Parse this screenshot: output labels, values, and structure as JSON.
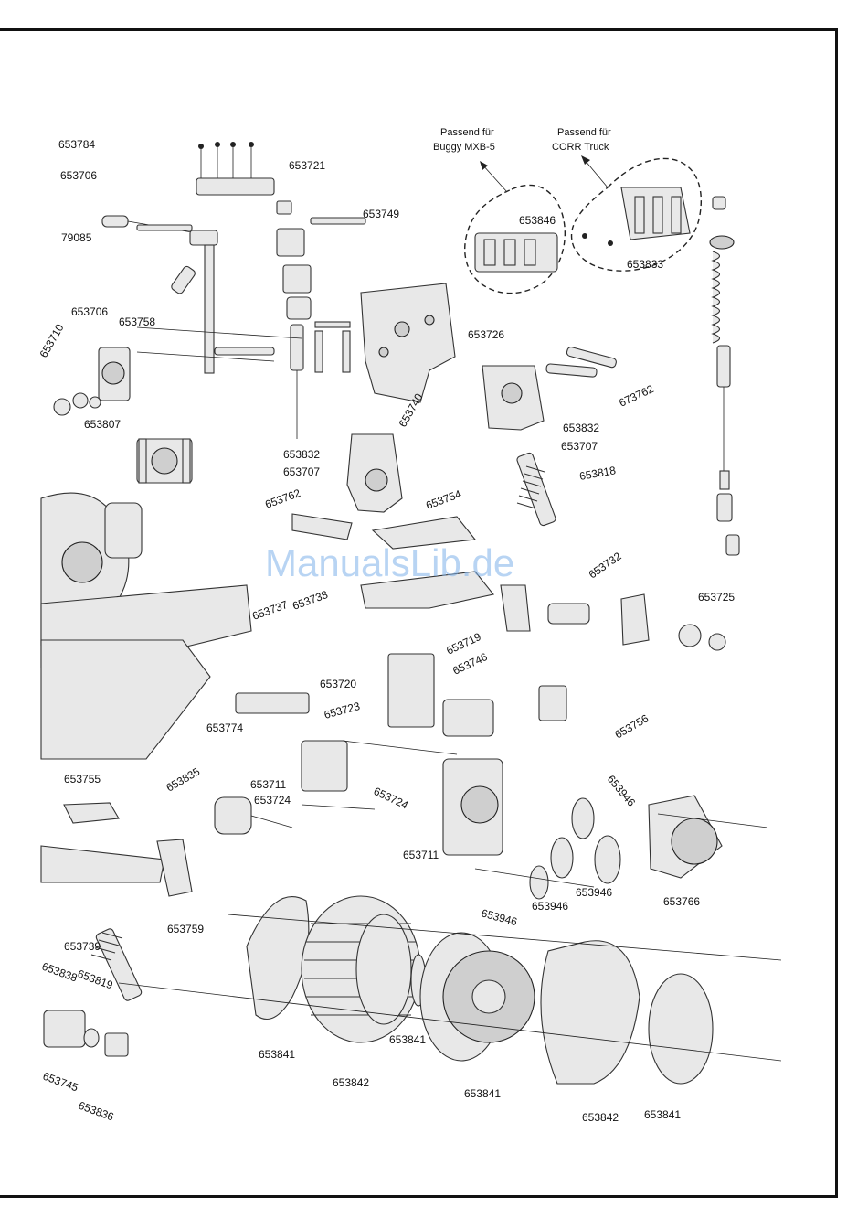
{
  "notes": {
    "buggy": [
      "Passend für",
      "Buggy MXB-5"
    ],
    "corr": [
      "Passend für",
      "CORR Truck"
    ]
  },
  "watermark": "ManualsLib.de",
  "labels": [
    "653784",
    "653706",
    "79085",
    "653706",
    "653710",
    "653807",
    "653721",
    "653749",
    "653758",
    "653846",
    "653833",
    "653726",
    "673762",
    "653740",
    "653832",
    "653707",
    "653832",
    "653707",
    "653818",
    "653762",
    "653754",
    "653732",
    "653725",
    "653737",
    "653738",
    "653719",
    "653746",
    "653720",
    "653723",
    "653774",
    "653711",
    "653724",
    "653724",
    "653756",
    "653755",
    "653835",
    "653946",
    "653711",
    "653766",
    "653759",
    "653946",
    "653946",
    "653946",
    "653739",
    "653819",
    "653838",
    "653841",
    "653842",
    "653841",
    "653841",
    "653842",
    "653841",
    "653745",
    "653836"
  ]
}
